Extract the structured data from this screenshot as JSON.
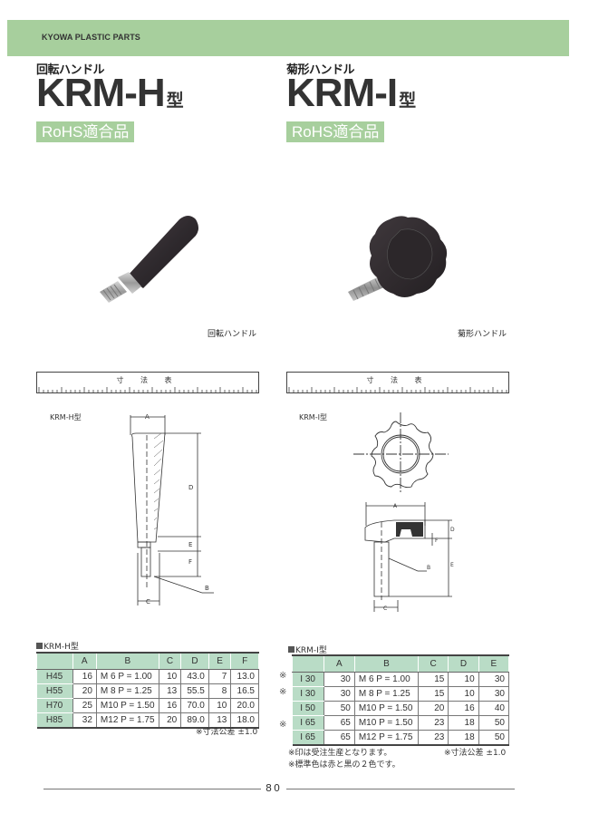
{
  "header": {
    "brand": "KYOWA PLASTIC PARTS",
    "banner_color": "#a7cf9d"
  },
  "products": [
    {
      "category": "回転ハンドル",
      "model": "KRM-H",
      "model_suffix": "型",
      "rohs_badge": "RoHS適合品",
      "photo_caption": "回転ハンドル",
      "dimension_table_title": "寸 法 表",
      "drawing_label": "KRM-H型",
      "drawing_dims": [
        "A",
        "B",
        "C",
        "D",
        "E",
        "F"
      ],
      "table": {
        "label": "KRM-H型",
        "columns": [
          "",
          "A",
          "B",
          "C",
          "D",
          "E",
          "F"
        ],
        "rows": [
          {
            "mark": "",
            "cells": [
              "H45",
              "16",
              "M  6 P = 1.00",
              "10",
              "43.0",
              "7",
              "13.0"
            ]
          },
          {
            "mark": "",
            "cells": [
              "H55",
              "20",
              "M  8 P = 1.25",
              "13",
              "55.5",
              "8",
              "16.5"
            ]
          },
          {
            "mark": "",
            "cells": [
              "H70",
              "25",
              "M10 P = 1.50",
              "16",
              "70.0",
              "10",
              "20.0"
            ]
          },
          {
            "mark": "",
            "cells": [
              "H85",
              "32",
              "M12 P = 1.75",
              "20",
              "89.0",
              "13",
              "18.0"
            ]
          }
        ],
        "notes": [
          "※寸法公差 ±1.0"
        ]
      }
    },
    {
      "category": "菊形ハンドル",
      "model": "KRM-I",
      "model_suffix": "型",
      "rohs_badge": "RoHS適合品",
      "photo_caption": "菊形ハンドル",
      "dimension_table_title": "寸 法 表",
      "drawing_label": "KRM-I型",
      "drawing_dims": [
        "A",
        "B",
        "C",
        "D",
        "E",
        "F"
      ],
      "table": {
        "label": "KRM-I型",
        "columns": [
          "",
          "A",
          "B",
          "C",
          "D",
          "E"
        ],
        "rows": [
          {
            "mark": "※",
            "cells": [
              "I 30",
              "30",
              "M 6   P = 1.00",
              "15",
              "10",
              "30"
            ]
          },
          {
            "mark": "※",
            "cells": [
              "I 30",
              "30",
              "M 8   P = 1.25",
              "15",
              "10",
              "30"
            ]
          },
          {
            "mark": "",
            "cells": [
              "I 50",
              "50",
              "M10  P = 1.50",
              "20",
              "16",
              "40"
            ]
          },
          {
            "mark": "※",
            "cells": [
              "I 65",
              "65",
              "M10  P = 1.50",
              "23",
              "18",
              "50"
            ]
          },
          {
            "mark": "",
            "cells": [
              "I 65",
              "65",
              "M12  P = 1.75",
              "23",
              "18",
              "50"
            ]
          }
        ],
        "notes": [
          "※印は受注生産となります。",
          "※標準色は赤と黒の２色です。",
          "※寸法公差 ±1.0"
        ]
      }
    }
  ],
  "footer": {
    "page_number": "80"
  }
}
